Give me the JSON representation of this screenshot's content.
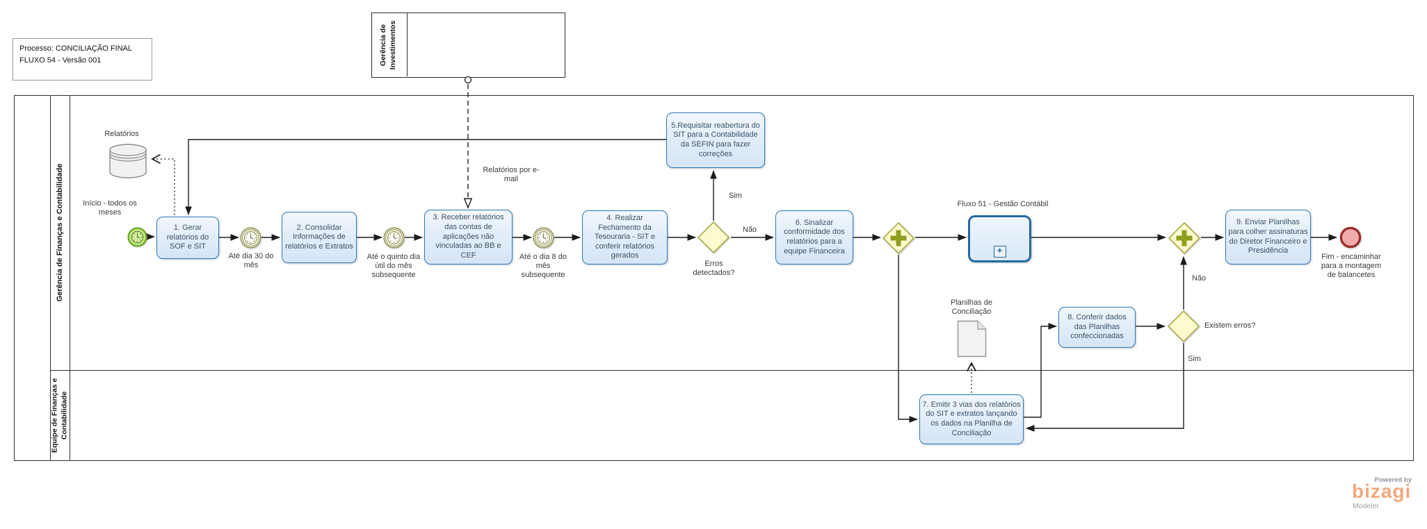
{
  "process_info": {
    "line1": "Processo:  CONCILIAÇÃO FINAL",
    "line2": "FLUXO 54 -  Versão 001"
  },
  "pools": {
    "investments": {
      "label_line1": "Gerência de",
      "label_line2": "Investimentos"
    },
    "main": {
      "lane1_label": "Gerência de  Finanças e Contabilidade",
      "lane2_label_line1": "Equipe de Finanças e",
      "lane2_label_line2": "Contabilidade"
    }
  },
  "events": {
    "start": {
      "label": "Início - todos os meses"
    },
    "timer1": {
      "label": "Até dia 30 do mês"
    },
    "timer2": {
      "label": "Até o quinto dia útil do mês subsequente"
    },
    "timer3": {
      "label": "Até o dia 8 do mês subsequente"
    },
    "end": {
      "label": "Fim - encaminhar para a montagem de balancetes"
    }
  },
  "tasks": {
    "t1": "1. Gerar relatórios do SOF e SIT",
    "t2": "2. Consolidar Informações de relatórios e Extratos",
    "t3": "3. Receber relatórios das contas de aplicações não vinculadas ao BB e CEF",
    "t4": "4. Realizar Fechamento da Tesouraria - SIT e conferir relatórios gerados",
    "t5": "5.Requisitar reabertura do SIT para a Contabilidade da SEFIN para fazer correções",
    "t6": "6. Sinalizar conformidade dos relatórios para a equipe Financeira",
    "t7": "7. Emitir 3 vias dos relatórios do SIT e extratos lançando os dados na Planilha  de Conciliação",
    "t8": "8. Conferir dados das Planilhas confeccionadas",
    "t9": "9. Enviar Planilhas para colher assinaturas do Diretor Financeiro e Presidência"
  },
  "subprocess": {
    "label": "Fluxo 51 -  Gestão Contábil"
  },
  "gateways": {
    "g1": {
      "label": "Erros detectados?",
      "yes": "Sim",
      "no": "Não"
    },
    "g3": {
      "label": "Existem erros?",
      "yes": "Sim",
      "no": "Não"
    }
  },
  "artifacts": {
    "datastore": {
      "label": "Relatórios"
    },
    "document": {
      "label": "Planilhas de Conciliação"
    }
  },
  "flows": {
    "message_label": "Relatórios por e-mail"
  },
  "icons": {
    "subprocess_plus": "+"
  },
  "branding": {
    "powered_by": "Powered by",
    "brand": "bizagi",
    "brand_sub": "Modeler"
  },
  "colors": {
    "task_border": "#2D74B5",
    "task_fill": "#E4EEF9",
    "task_text": "#3D5166",
    "timer_olive": "#8C8C4A",
    "start_green": "#69A922",
    "start_fill": "#C9E98E",
    "end_red": "#9D2F2F",
    "end_fill": "#F0ACAC",
    "gateway_fill": "#FBFBCD",
    "gateway_border": "#ABAB4C",
    "parallel_marker": "#8F9E21",
    "flow_line": "#1C1C1C",
    "brand_orange": "#F1A97E"
  }
}
